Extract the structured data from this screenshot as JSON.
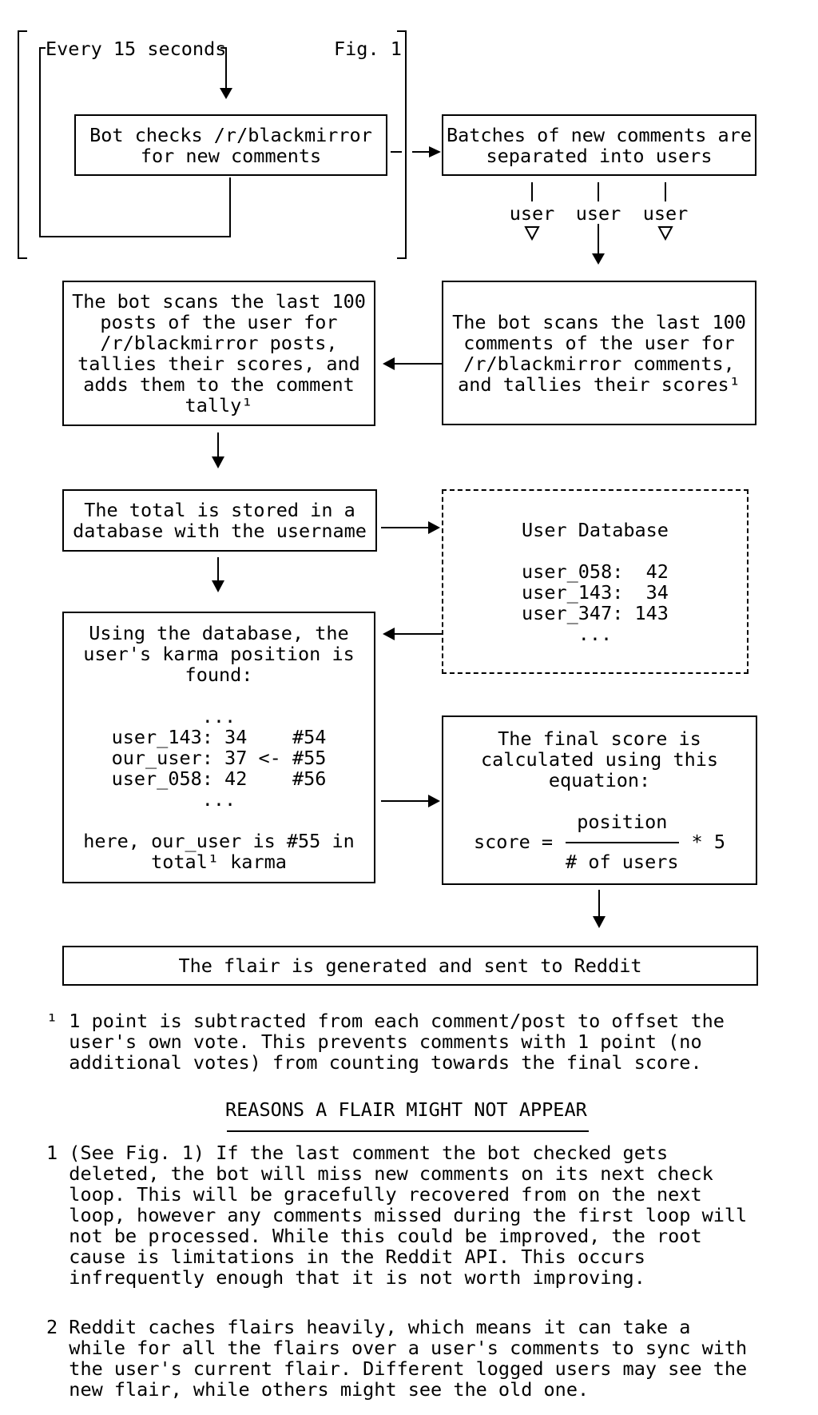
{
  "colors": {
    "ink": "#000000",
    "background": "#ffffff"
  },
  "figure": {
    "fig_label": "Fig. 1",
    "loop_label": "Every 15 seconds",
    "bot_check_box": "Bot checks /r/blackmirror\nfor new comments",
    "batches_box": "Batches of new comments are\nseparated into users",
    "user_labels": [
      "user",
      "user",
      "user"
    ],
    "posts_box": "The bot scans the last 100\nposts of the user for\n/r/blackmirror posts,\ntallies their scores, and\nadds them to the comment\ntally¹",
    "comments_box": "The bot scans the last 100\ncomments of the user for\n/r/blackmirror comments,\nand tallies their scores¹",
    "total_box": "The total is stored in a\ndatabase with the username",
    "database_box": "User Database\n\nuser_058:  42\nuser_143:  34\nuser_347: 143\n...",
    "position_box": "Using the database, the\nuser's karma position is\nfound:\n\n...\nuser_143: 34    #54\nour_user: 37 <- #55\nuser_058: 42    #56\n...\n\nhere, our_user is #55 in\ntotal¹ karma",
    "score_heading": "The final score is\ncalculated using this\nequation:",
    "equation": {
      "lhs": "score =",
      "numerator": "position",
      "denominator": "# of users",
      "rhs": "* 5"
    },
    "flair_box": "The flair is generated and sent to Reddit"
  },
  "footnote": "¹ 1 point is subtracted from each comment/post to offset the\n  user's own vote. This prevents comments with 1 point (no\n  additional votes) from counting towards the final score.",
  "reasons": {
    "heading": "REASONS A FLAIR MIGHT NOT APPEAR",
    "items": [
      "1 (See Fig. 1) If the last comment the bot checked gets\n  deleted, the bot will miss new comments on its next check\n  loop. This will be gracefully recovered from on the next\n  loop, however any comments missed during the first loop will\n  not be processed. While this could be improved, the root\n  cause is limitations in the Reddit API. This occurs\n  infrequently enough that it is not worth improving.",
      "2 Reddit caches flairs heavily, which means it can take a\n  while for all the flairs over a user's comments to sync with\n  the user's current flair. Different logged users may see the\n  new flair, while others might see the old one."
    ]
  }
}
